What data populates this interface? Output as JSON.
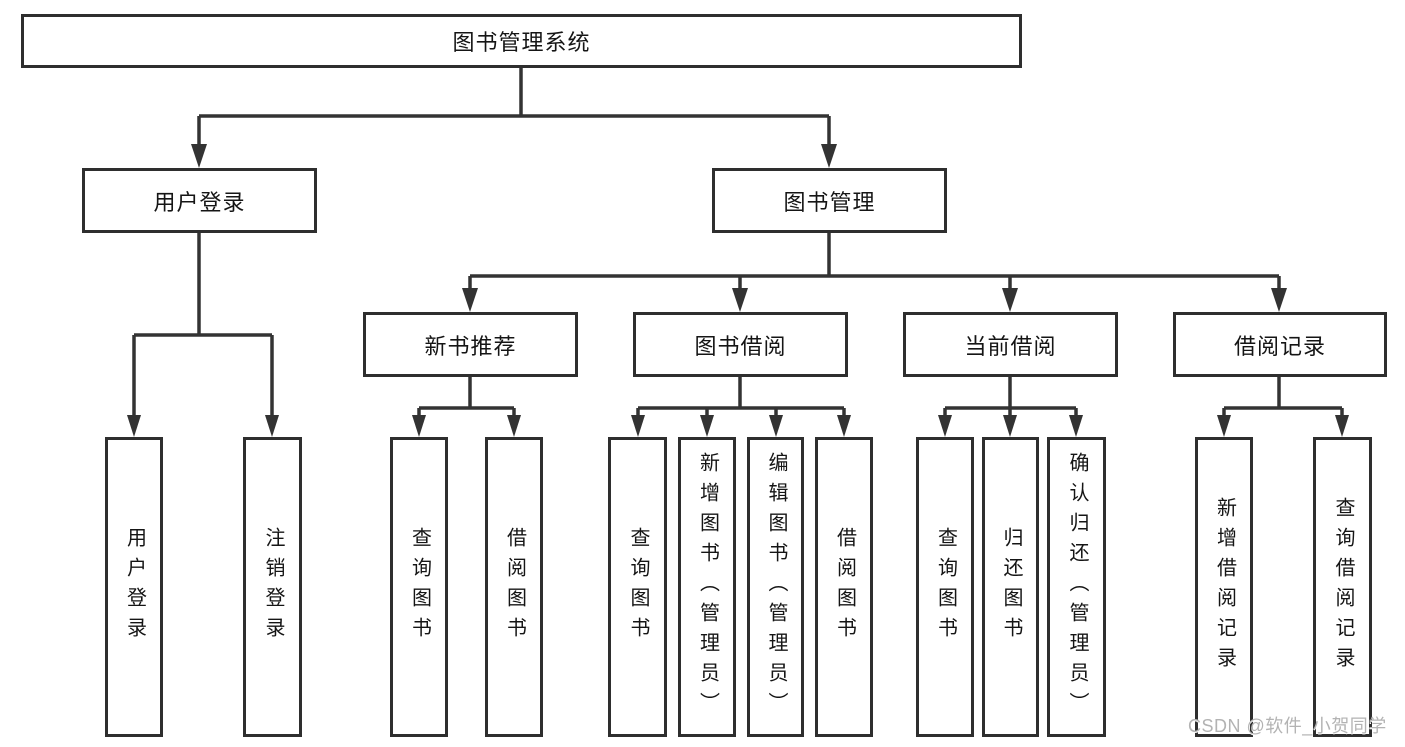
{
  "diagram": {
    "root": {
      "label": "图书管理系统"
    },
    "branches": [
      {
        "label": "用户登录",
        "children": [
          {
            "label": "用户登录"
          },
          {
            "label": "注销登录"
          }
        ]
      },
      {
        "label": "图书管理",
        "children": [
          {
            "label": "新书推荐",
            "children": [
              {
                "label": "查询图书"
              },
              {
                "label": "借阅图书"
              }
            ]
          },
          {
            "label": "图书借阅",
            "children": [
              {
                "label": "查询图书"
              },
              {
                "label": "新增图书（管理员）"
              },
              {
                "label": "编辑图书（管理员）"
              },
              {
                "label": "借阅图书"
              }
            ]
          },
          {
            "label": "当前借阅",
            "children": [
              {
                "label": "查询图书"
              },
              {
                "label": "归还图书"
              },
              {
                "label": "确认归还（管理员）"
              }
            ]
          },
          {
            "label": "借阅记录",
            "children": [
              {
                "label": "新增借阅记录"
              },
              {
                "label": "查询借阅记录"
              }
            ]
          }
        ]
      }
    ]
  },
  "watermark": {
    "text": "CSDN @软件_小贺同学"
  },
  "colors": {
    "line": "#333333",
    "border": "#2e2e2e",
    "text": "#151515",
    "watermark": "#b3b3b3",
    "background": "#ffffff"
  }
}
